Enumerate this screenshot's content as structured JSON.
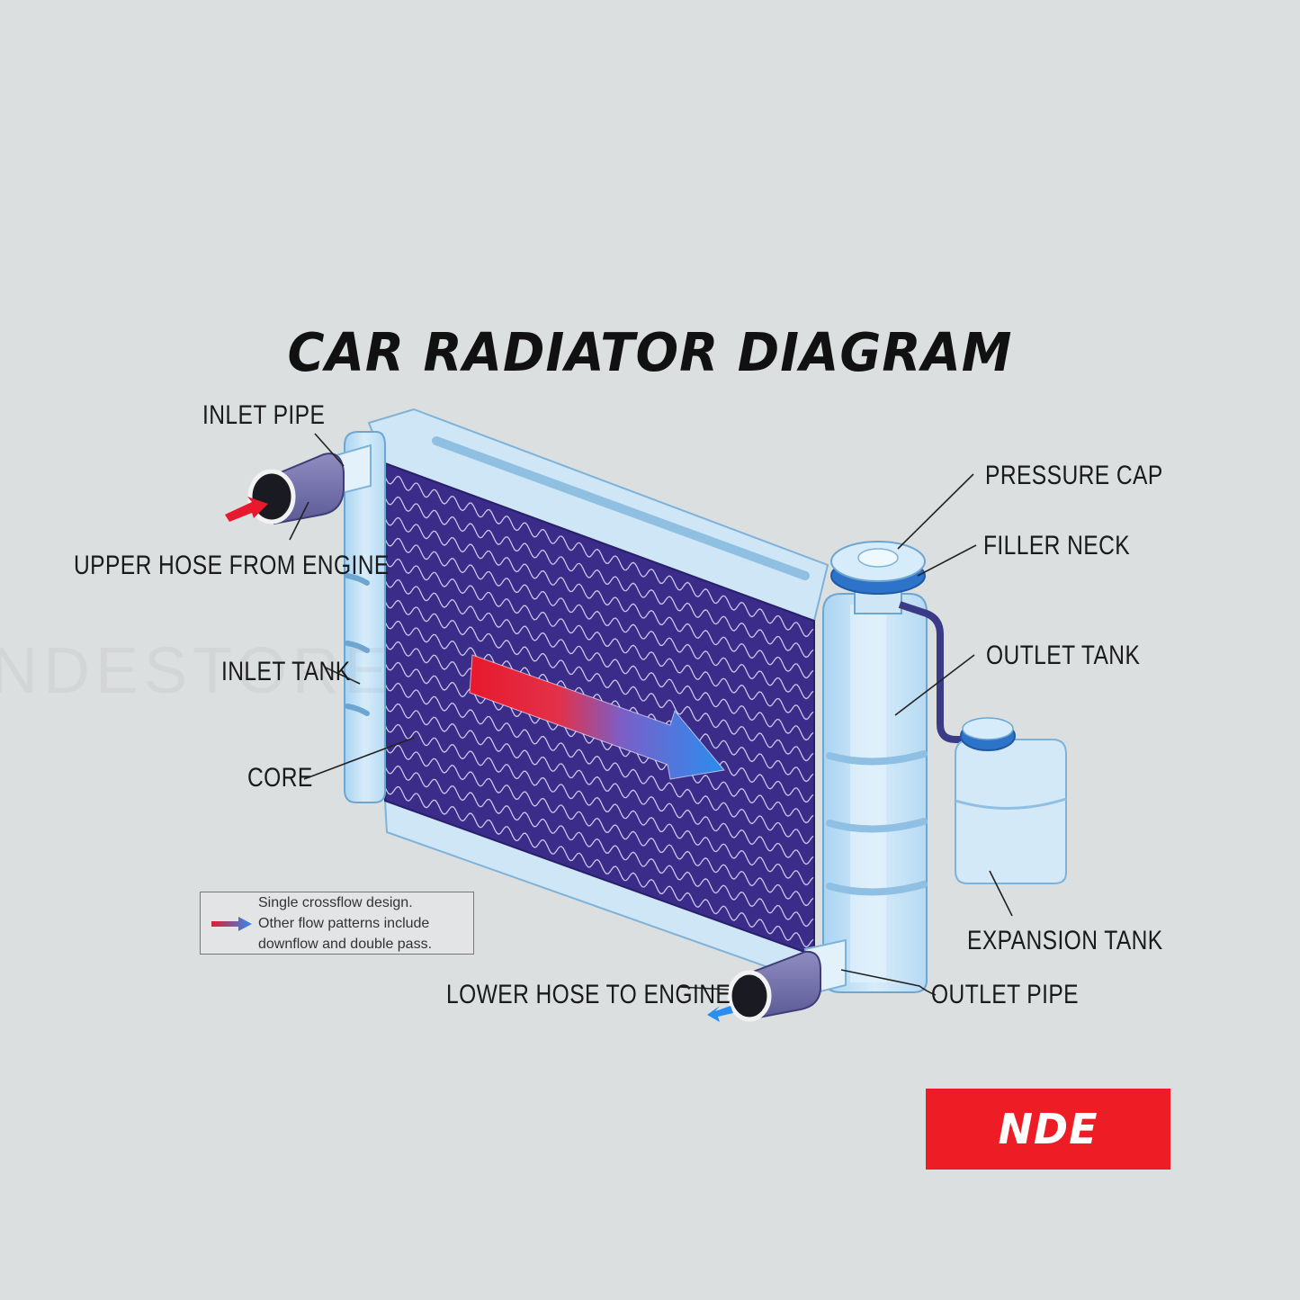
{
  "title": "CAR RADIATOR DIAGRAM",
  "labels": {
    "inlet_pipe": "INLET PIPE",
    "upper_hose": "UPPER HOSE FROM ENGINE",
    "inlet_tank": "INLET TANK",
    "core": "CORE",
    "pressure_cap": "PRESSURE CAP",
    "filler_neck": "FILLER NECK",
    "outlet_tank": "OUTLET TANK",
    "expansion_tank": "EXPANSION TANK",
    "outlet_pipe": "OUTLET PIPE",
    "lower_hose": "LOWER HOSE TO ENGINE"
  },
  "legend": {
    "line1": "Single crossflow design.",
    "line2": "Other flow patterns include",
    "line3": "downflow and double pass."
  },
  "brand": "NDE",
  "colors": {
    "core": "#3a2c88",
    "tank": "#bfe0f5",
    "hot": "#e8192c",
    "cold": "#2a8df0",
    "brand": "#ee1c25"
  }
}
